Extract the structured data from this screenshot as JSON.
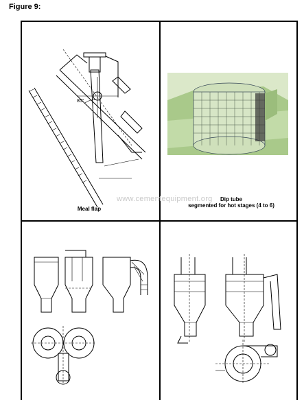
{
  "figure": {
    "label": "Figure 9:"
  },
  "watermark": "www.cementequipment.org",
  "panels": {
    "meal_flap": {
      "angle_label": "85°",
      "caption": "Meal flap"
    },
    "dip_tube": {
      "caption_line1": "Dip tube",
      "caption_line2": "segmented for hot stages (4 to 6)"
    }
  },
  "colors": {
    "frame": "#000000",
    "render_green": "#a9c98a",
    "render_bg": "#dbe8c9",
    "watermark": "#c9c9c9"
  }
}
